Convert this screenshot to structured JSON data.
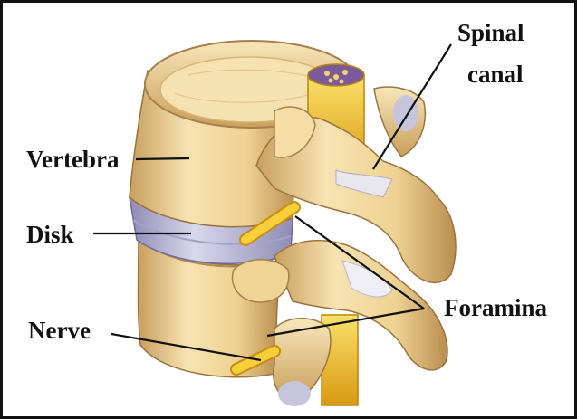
{
  "labels": {
    "spinal": "Spinal",
    "canal": "canal",
    "vertebra": "Vertebra",
    "disk": "Disk",
    "foramina": "Foramina",
    "nerve": "Nerve"
  },
  "colors": {
    "bone": "#f2d9a0",
    "bone_shadow": "#c9a565",
    "bone_dark": "#8f6a35",
    "disk": "#b9b7d6",
    "nerve": "#f3c12a",
    "line": "#111111"
  }
}
